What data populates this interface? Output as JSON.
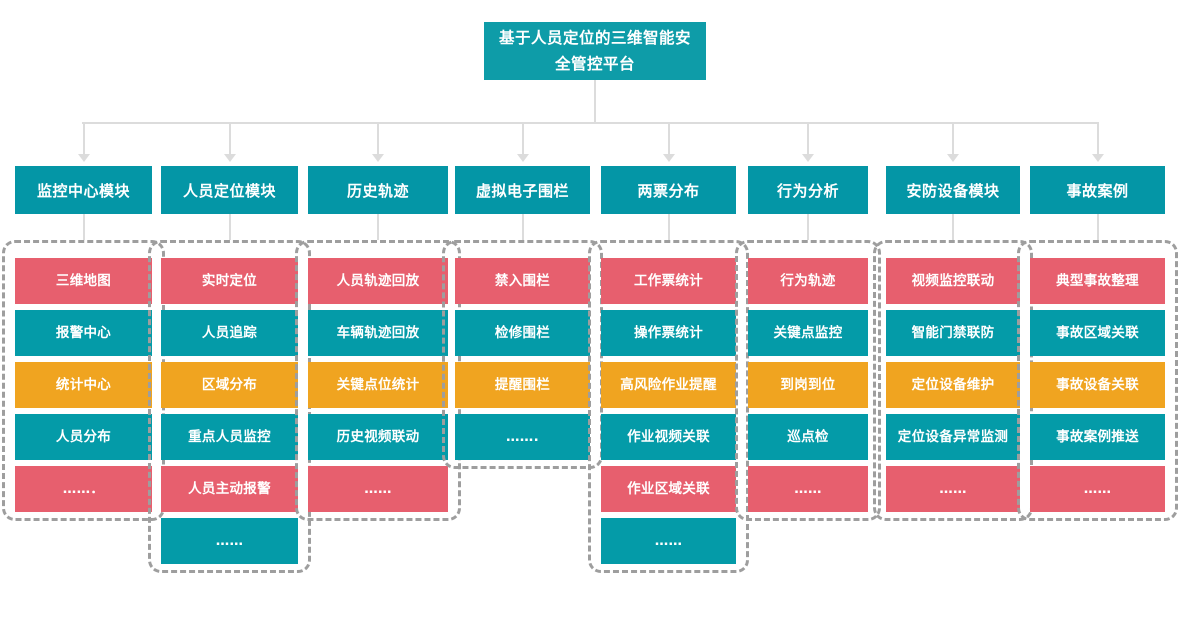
{
  "diagram": {
    "title": "基于人员定位的三维智能安全管控平台",
    "colors": {
      "root": "#0E9CA8",
      "module_header": "#0496A6",
      "red": "#E75F6E",
      "teal": "#049BA8",
      "amber": "#F0A420",
      "connector": "#DCDCDC",
      "group_border": "#9E9E9E",
      "background": "#FFFFFF"
    },
    "columns": [
      {
        "header": "监控中心模块",
        "items": [
          {
            "label": "三维地图",
            "color": "red"
          },
          {
            "label": "报警中心",
            "color": "teal"
          },
          {
            "label": "统计中心",
            "color": "amber"
          },
          {
            "label": "人员分布",
            "color": "teal"
          },
          {
            "label": "……．",
            "color": "red"
          }
        ]
      },
      {
        "header": "人员定位模块",
        "items": [
          {
            "label": "实时定位",
            "color": "red"
          },
          {
            "label": "人员追踪",
            "color": "teal"
          },
          {
            "label": "区域分布",
            "color": "amber"
          },
          {
            "label": "重点人员监控",
            "color": "teal"
          },
          {
            "label": "人员主动报警",
            "color": "red"
          },
          {
            "label": "……",
            "color": "teal"
          }
        ]
      },
      {
        "header": "历史轨迹",
        "items": [
          {
            "label": "人员轨迹回放",
            "color": "red"
          },
          {
            "label": "车辆轨迹回放",
            "color": "teal"
          },
          {
            "label": "关键点位统计",
            "color": "amber"
          },
          {
            "label": "历史视频联动",
            "color": "teal"
          },
          {
            "label": "……",
            "color": "red"
          }
        ]
      },
      {
        "header": "虚拟电子围栏",
        "items": [
          {
            "label": "禁入围栏",
            "color": "red"
          },
          {
            "label": "检修围栏",
            "color": "teal"
          },
          {
            "label": "提醒围栏",
            "color": "amber"
          },
          {
            "label": "…….",
            "color": "teal"
          }
        ]
      },
      {
        "header": "两票分布",
        "items": [
          {
            "label": "工作票统计",
            "color": "red"
          },
          {
            "label": "操作票统计",
            "color": "teal"
          },
          {
            "label": "高风险作业提醒",
            "color": "amber"
          },
          {
            "label": "作业视频关联",
            "color": "teal"
          },
          {
            "label": "作业区域关联",
            "color": "red"
          },
          {
            "label": "……",
            "color": "teal"
          }
        ]
      },
      {
        "header": "行为分析",
        "items": [
          {
            "label": "行为轨迹",
            "color": "red"
          },
          {
            "label": "关键点监控",
            "color": "teal"
          },
          {
            "label": "到岗到位",
            "color": "amber"
          },
          {
            "label": "巡点检",
            "color": "teal"
          },
          {
            "label": "……",
            "color": "red"
          }
        ]
      },
      {
        "header": "安防设备模块",
        "items": [
          {
            "label": "视频监控联动",
            "color": "red"
          },
          {
            "label": "智能门禁联防",
            "color": "teal"
          },
          {
            "label": "定位设备维护",
            "color": "amber"
          },
          {
            "label": "定位设备异常监测",
            "color": "teal"
          },
          {
            "label": "……",
            "color": "red"
          }
        ]
      },
      {
        "header": "事故案例",
        "items": [
          {
            "label": "典型事故整理",
            "color": "red"
          },
          {
            "label": "事故区域关联",
            "color": "teal"
          },
          {
            "label": "事故设备关联",
            "color": "amber"
          },
          {
            "label": "事故案例推送",
            "color": "teal"
          },
          {
            "label": "……",
            "color": "red"
          }
        ]
      }
    ]
  }
}
